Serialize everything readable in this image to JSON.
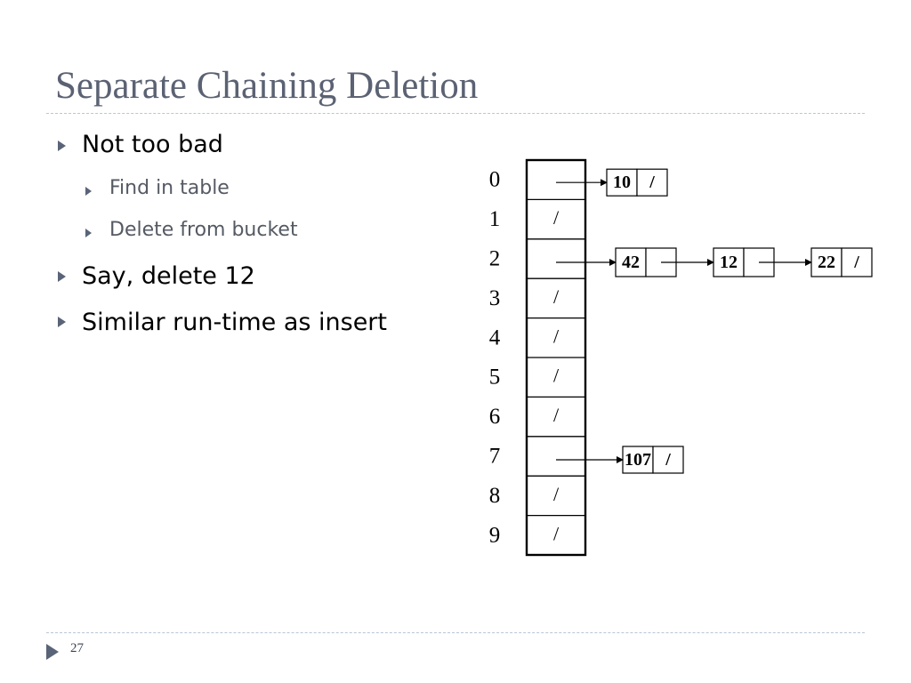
{
  "slide": {
    "title": "Separate Chaining Deletion",
    "page_number": "27"
  },
  "bullets": [
    {
      "text": "Not too bad",
      "level": 1,
      "children": [
        {
          "text": "Find in table",
          "level": 2
        },
        {
          "text": "Delete from bucket",
          "level": 2
        }
      ]
    },
    {
      "text": "Say, delete 12",
      "level": 1
    },
    {
      "text": "Similar run-time as insert",
      "level": 1
    }
  ],
  "hash_table": {
    "indices": [
      "0",
      "1",
      "2",
      "3",
      "4",
      "5",
      "6",
      "7",
      "8",
      "9"
    ],
    "slots": [
      "",
      "/",
      "",
      "/",
      "/",
      "/",
      "/",
      "",
      "/",
      "/"
    ],
    "chains": [
      {
        "bucket": 0,
        "nodes": [
          {
            "value": "10",
            "next": "/"
          }
        ]
      },
      {
        "bucket": 2,
        "nodes": [
          {
            "value": "42",
            "next": ""
          },
          {
            "value": "12",
            "next": ""
          },
          {
            "value": "22",
            "next": "/"
          }
        ]
      },
      {
        "bucket": 7,
        "nodes": [
          {
            "value": "107",
            "next": "/"
          }
        ]
      }
    ]
  }
}
